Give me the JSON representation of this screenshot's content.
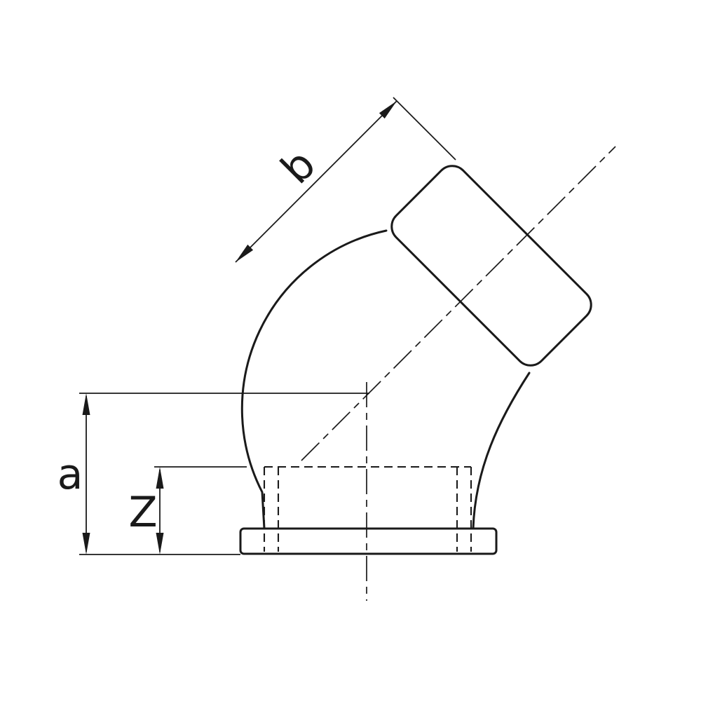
{
  "drawing": {
    "colors": {
      "ink": "#1a1a1a",
      "background": "#ffffff"
    },
    "dimensions": {
      "a": {
        "label": "a"
      },
      "b": {
        "label": "b"
      },
      "z": {
        "label": "Z"
      }
    }
  }
}
